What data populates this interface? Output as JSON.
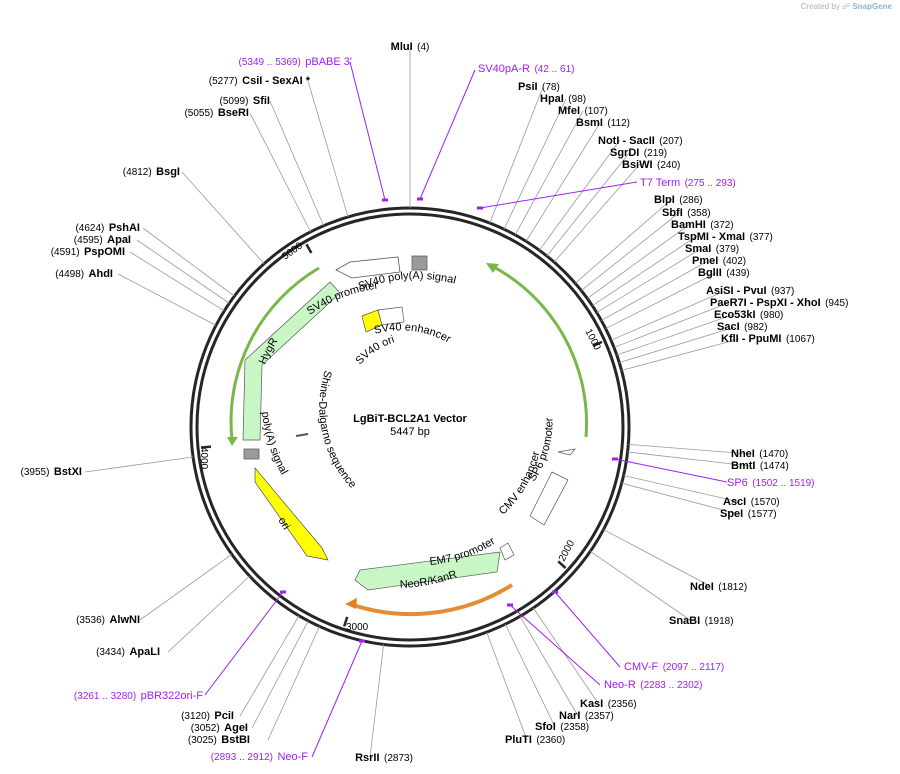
{
  "credit": {
    "prefix": "Created by",
    "brand": "SnapGene"
  },
  "plasmid": {
    "name": "LgBiT-BCL2A1 Vector",
    "length": "5447 bp"
  },
  "ticks": [
    "1000",
    "2000",
    "3000",
    "4000",
    "5000"
  ],
  "sites": [
    {
      "name": "MluI",
      "pos": "(4)"
    },
    {
      "name": "PsiI",
      "pos": "(78)"
    },
    {
      "name": "HpaI",
      "pos": "(98)"
    },
    {
      "name": "MfeI",
      "pos": "(107)"
    },
    {
      "name": "BsmI",
      "pos": "(112)"
    },
    {
      "name": "NotI - SacII",
      "pos": "(207)"
    },
    {
      "name": "SgrDI",
      "pos": "(219)"
    },
    {
      "name": "BsiWI",
      "pos": "(240)"
    },
    {
      "name": "BlpI",
      "pos": "(286)"
    },
    {
      "name": "SbfI",
      "pos": "(358)"
    },
    {
      "name": "BamHI",
      "pos": "(372)"
    },
    {
      "name": "TspMI - XmaI",
      "pos": "(377)"
    },
    {
      "name": "SmaI",
      "pos": "(379)"
    },
    {
      "name": "PmeI",
      "pos": "(402)"
    },
    {
      "name": "BglII",
      "pos": "(439)"
    },
    {
      "name": "AsiSI - PvuI",
      "pos": "(937)"
    },
    {
      "name": "PaeR7I - PspXI - XhoI",
      "pos": "(945)"
    },
    {
      "name": "Eco53kI",
      "pos": "(980)"
    },
    {
      "name": "SacI",
      "pos": "(982)"
    },
    {
      "name": "KflI - PpuMI",
      "pos": "(1067)"
    },
    {
      "name": "NheI",
      "pos": "(1470)"
    },
    {
      "name": "BmtI",
      "pos": "(1474)"
    },
    {
      "name": "AscI",
      "pos": "(1570)"
    },
    {
      "name": "SpeI",
      "pos": "(1577)"
    },
    {
      "name": "NdeI",
      "pos": "(1812)"
    },
    {
      "name": "SnaBI",
      "pos": "(1918)"
    },
    {
      "name": "KasI",
      "pos": "(2356)"
    },
    {
      "name": "NarI",
      "pos": "(2357)"
    },
    {
      "name": "SfoI",
      "pos": "(2358)"
    },
    {
      "name": "PluTI",
      "pos": "(2360)"
    },
    {
      "name": "RsrII",
      "pos": "(2873)"
    },
    {
      "name": "BstBI",
      "pos": "(3025)"
    },
    {
      "name": "AgeI",
      "pos": "(3052)"
    },
    {
      "name": "PciI",
      "pos": "(3120)"
    },
    {
      "name": "ApaLI",
      "pos": "(3434)"
    },
    {
      "name": "AlwNI",
      "pos": "(3536)"
    },
    {
      "name": "BstXI",
      "pos": "(3955)"
    },
    {
      "name": "AhdI",
      "pos": "(4498)"
    },
    {
      "name": "PspOMI",
      "pos": "(4591)"
    },
    {
      "name": "ApaI",
      "pos": "(4595)"
    },
    {
      "name": "PshAI",
      "pos": "(4624)"
    },
    {
      "name": "BsgI",
      "pos": "(4812)"
    },
    {
      "name": "BseRI",
      "pos": "(5055)"
    },
    {
      "name": "SfiI",
      "pos": "(5099)"
    },
    {
      "name": "CsiI - SexAI *",
      "pos": "(5277)"
    }
  ],
  "primers": [
    {
      "name": "pBABE 3'",
      "range": "(5349 .. 5369)"
    },
    {
      "name": "SV40pA-R",
      "range": "(42 .. 61)"
    },
    {
      "name": "T7 Term",
      "range": "(275 .. 293)"
    },
    {
      "name": "SP6",
      "range": "(1502 .. 1519)"
    },
    {
      "name": "CMV-F",
      "range": "(2097 .. 2117)"
    },
    {
      "name": "Neo-R",
      "range": "(2283 .. 2302)"
    },
    {
      "name": "Neo-F",
      "range": "(2893 .. 2912)"
    },
    {
      "name": "pBR322ori-F",
      "range": "(3261 .. 3280)"
    }
  ],
  "features": {
    "sv40_polya": "SV40 poly(A) signal",
    "sv40_promoter": "SV40 promoter",
    "sv40_enhancer": "SV40 enhancer",
    "sv40_ori": "SV40 ori",
    "hygr": "HygR",
    "polya": "poly(A) signal",
    "shine": "Shine-Dalgarno sequence",
    "ori": "ori",
    "em7": "EM7 promoter",
    "neor": "NeoR/KanR",
    "cmv_enhancer": "CMV enhancer",
    "sp6_promoter": "SP6 promoter"
  },
  "colors": {
    "backbone": "#262626",
    "primer": "#a020f0",
    "green_arc": "#7ab648",
    "resistance": "#c8f7c5",
    "origin": "#ffff00",
    "orange_arc": "#e0821e"
  }
}
